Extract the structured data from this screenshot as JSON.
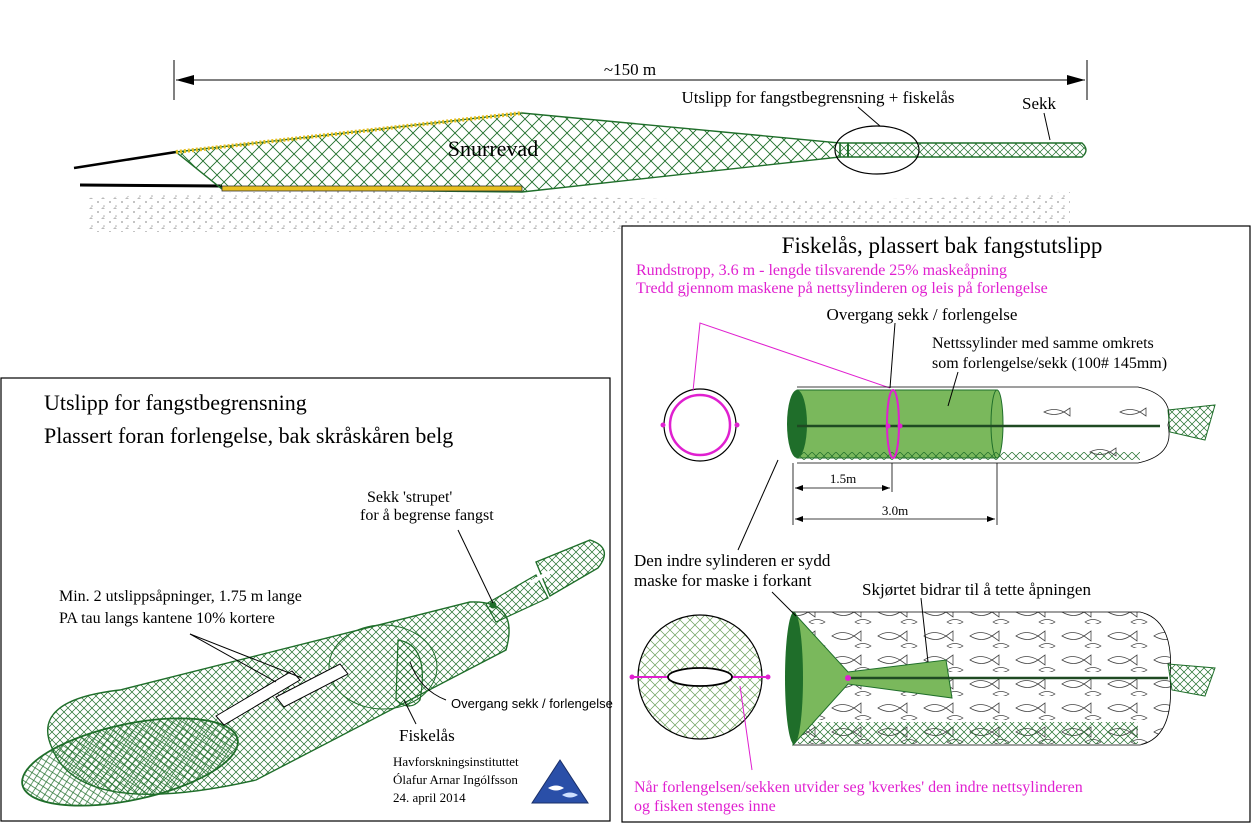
{
  "colors": {
    "net": "#1f6e2a",
    "net_fill": "#7ab85c",
    "net_light": "#cfe6c4",
    "highlight": "#e020d0",
    "float": "#e8c020",
    "ground": "#c8c8c8",
    "logo": "#2a4fa8"
  },
  "top": {
    "dimension": "~150 m",
    "net_label": "Snurrevad",
    "release_label": "Utslipp for fangstbegrensning + fiskelås",
    "sack_label": "Sekk"
  },
  "left_panel": {
    "title_1": "Utslipp for fangstbegrensning",
    "title_2": "Plassert foran forlengelse, bak skråskåren belg",
    "sack_note_1": "Sekk 'strupet'",
    "sack_note_2": "for å begrense fangst",
    "openings_1": "Min. 2 utslippsåpninger, 1.75 m lange",
    "openings_2": "PA tau langs kantene 10% kortere",
    "transition": "Overgang sekk / forlengelse",
    "fishlock": "Fiskelås",
    "credit_1": "Havforskningsinstituttet",
    "credit_2": "Ólafur Arnar Ingólfsson",
    "credit_3": "24. april 2014"
  },
  "right_panel": {
    "title": "Fiskelås, plassert bak fangstutslipp",
    "pink_1": "Rundstropp, 3.6 m - lengde tilsvarende 25% maskeåpning",
    "pink_2": "Tredd gjennom maskene på nettsylinderen og leis på forlengelse",
    "transition": "Overgang sekk / forlengelse",
    "cyl_note_1": "Nettssylinder med samme omkrets",
    "cyl_note_2": "som forlengelse/sekk (100# 145mm)",
    "dim_1": "1.5m",
    "dim_2": "3.0m",
    "inner_1": "Den indre sylinderen er sydd",
    "inner_2": "maske for maske i forkant",
    "skirt": "Skjørtet bidrar til å tette åpningen",
    "bottom_1": "Når forlengelsen/sekken utvider seg 'kverkes' den indre nettsylinderen",
    "bottom_2": "og fisken stenges inne"
  }
}
